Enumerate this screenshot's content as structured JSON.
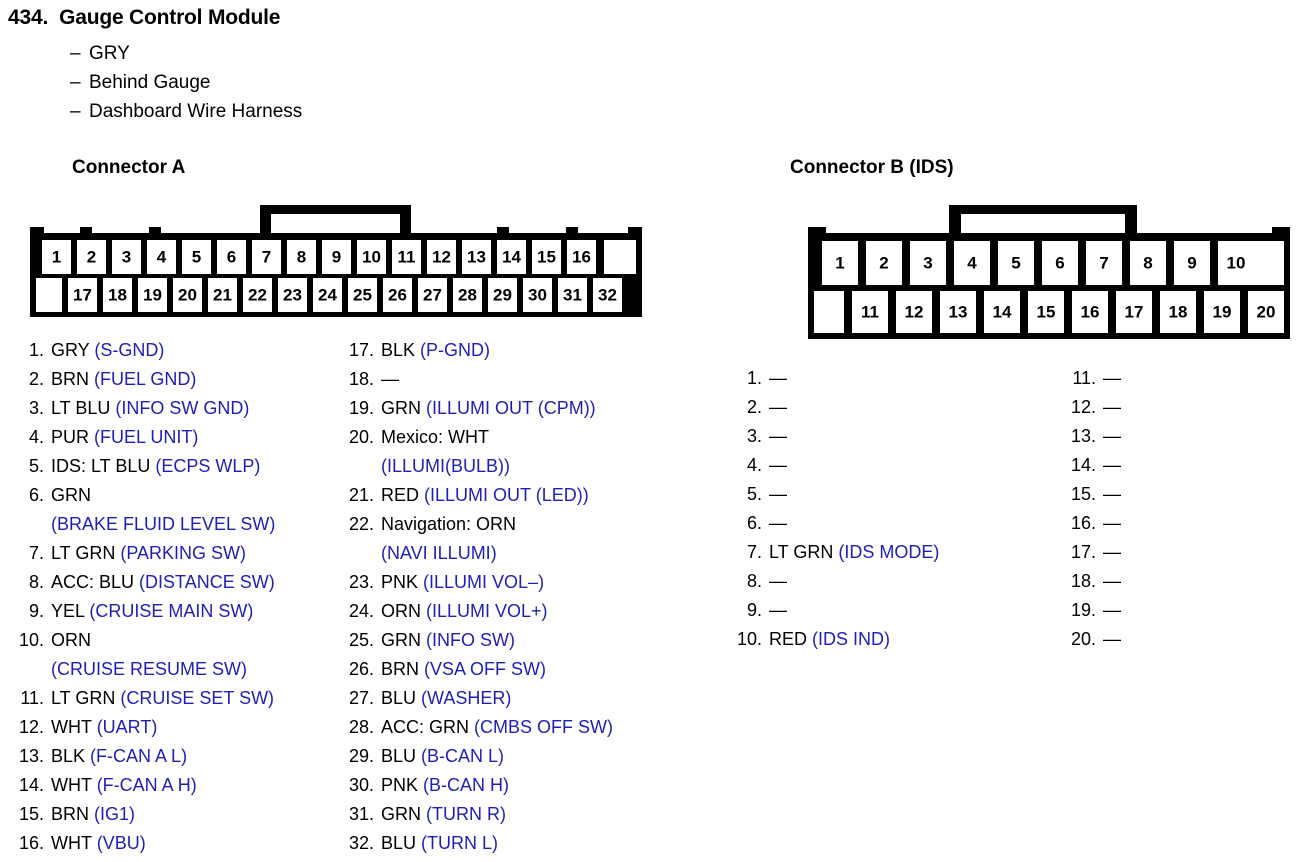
{
  "header": {
    "number": "434.",
    "title": "Gauge Control Module",
    "bullets": [
      "GRY",
      "Behind Gauge",
      "Dashboard Wire Harness"
    ],
    "bullet_marker": "–"
  },
  "colors": {
    "signal_blue": "#1f1fb4",
    "wire_black": "#000000",
    "shell_black": "#000000",
    "cavity_white": "#ffffff",
    "page_background": "#ffffff"
  },
  "connector_a": {
    "heading": "Connector A",
    "top_row_pins": [
      "1",
      "2",
      "3",
      "4",
      "5",
      "6",
      "7",
      "8",
      "9",
      "10",
      "11",
      "12",
      "13",
      "14",
      "15",
      "16"
    ],
    "bottom_row_pins": [
      "17",
      "18",
      "19",
      "20",
      "21",
      "22",
      "23",
      "24",
      "25",
      "26",
      "27",
      "28",
      "29",
      "30",
      "31",
      "32"
    ],
    "latch_spans_pins": [
      "7",
      "10"
    ],
    "pins": [
      {
        "num": "1.",
        "wire": "GRY",
        "signal": "(S-GND)",
        "wrap": false
      },
      {
        "num": "2.",
        "wire": "BRN",
        "signal": "(FUEL GND)",
        "wrap": false
      },
      {
        "num": "3.",
        "wire": "LT BLU",
        "signal": "(INFO SW GND)",
        "wrap": false
      },
      {
        "num": "4.",
        "wire": "PUR",
        "signal": "(FUEL UNIT)",
        "wrap": false
      },
      {
        "num": "5.",
        "wire": "IDS: LT BLU",
        "signal": "(ECPS WLP)",
        "wrap": false
      },
      {
        "num": "6.",
        "wire": "GRN",
        "signal": "(BRAKE FLUID LEVEL SW)",
        "wrap": true
      },
      {
        "num": "7.",
        "wire": "LT GRN",
        "signal": "(PARKING SW)",
        "wrap": false
      },
      {
        "num": "8.",
        "wire": "ACC: BLU",
        "signal": "(DISTANCE SW)",
        "wrap": false
      },
      {
        "num": "9.",
        "wire": "YEL",
        "signal": "(CRUISE MAIN SW)",
        "wrap": false
      },
      {
        "num": "10.",
        "wire": "ORN",
        "signal": "(CRUISE RESUME SW)",
        "wrap": true
      },
      {
        "num": "11.",
        "wire": "LT GRN",
        "signal": "(CRUISE SET SW)",
        "wrap": false
      },
      {
        "num": "12.",
        "wire": "WHT",
        "signal": "(UART)",
        "wrap": false
      },
      {
        "num": "13.",
        "wire": "BLK",
        "signal": "(F-CAN A L)",
        "wrap": false
      },
      {
        "num": "14.",
        "wire": "WHT",
        "signal": "(F-CAN A H)",
        "wrap": false
      },
      {
        "num": "15.",
        "wire": "BRN",
        "signal": "(IG1)",
        "wrap": false
      },
      {
        "num": "16.",
        "wire": "WHT",
        "signal": "(VBU)",
        "wrap": false
      },
      {
        "num": "17.",
        "wire": "BLK",
        "signal": "(P-GND)",
        "wrap": false
      },
      {
        "num": "18.",
        "wire": "—",
        "signal": "",
        "wrap": false
      },
      {
        "num": "19.",
        "wire": "GRN",
        "signal": "(ILLUMI OUT (CPM))",
        "wrap": false
      },
      {
        "num": "20.",
        "wire": "Mexico: WHT",
        "signal": "(ILLUMI(BULB))",
        "wrap": true
      },
      {
        "num": "21.",
        "wire": "RED",
        "signal": "(ILLUMI OUT (LED))",
        "wrap": false
      },
      {
        "num": "22.",
        "wire": "Navigation: ORN",
        "signal": "(NAVI ILLUMI)",
        "wrap": true
      },
      {
        "num": "23.",
        "wire": "PNK",
        "signal": "(ILLUMI VOL–)",
        "wrap": false
      },
      {
        "num": "24.",
        "wire": "ORN",
        "signal": "(ILLUMI VOL+)",
        "wrap": false
      },
      {
        "num": "25.",
        "wire": "GRN",
        "signal": "(INFO SW)",
        "wrap": false
      },
      {
        "num": "26.",
        "wire": "BRN",
        "signal": "(VSA OFF SW)",
        "wrap": false
      },
      {
        "num": "27.",
        "wire": "BLU",
        "signal": "(WASHER)",
        "wrap": false
      },
      {
        "num": "28.",
        "wire": "ACC: GRN",
        "signal": "(CMBS OFF SW)",
        "wrap": false
      },
      {
        "num": "29.",
        "wire": "BLU",
        "signal": "(B-CAN L)",
        "wrap": false
      },
      {
        "num": "30.",
        "wire": "PNK",
        "signal": "(B-CAN H)",
        "wrap": false
      },
      {
        "num": "31.",
        "wire": "GRN",
        "signal": "(TURN R)",
        "wrap": false
      },
      {
        "num": "32.",
        "wire": "BLU",
        "signal": "(TURN L)",
        "wrap": false
      }
    ]
  },
  "connector_b": {
    "heading": "Connector B (IDS)",
    "top_row_pins": [
      "1",
      "2",
      "3",
      "4",
      "5",
      "6",
      "7",
      "8",
      "9",
      "10"
    ],
    "bottom_row_pins": [
      "11",
      "12",
      "13",
      "14",
      "15",
      "16",
      "17",
      "18",
      "19",
      "20"
    ],
    "latch_spans_pins": [
      "4",
      "7"
    ],
    "pins": [
      {
        "num": "1.",
        "wire": "—",
        "signal": "",
        "wrap": false
      },
      {
        "num": "2.",
        "wire": "—",
        "signal": "",
        "wrap": false
      },
      {
        "num": "3.",
        "wire": "—",
        "signal": "",
        "wrap": false
      },
      {
        "num": "4.",
        "wire": "—",
        "signal": "",
        "wrap": false
      },
      {
        "num": "5.",
        "wire": "—",
        "signal": "",
        "wrap": false
      },
      {
        "num": "6.",
        "wire": "—",
        "signal": "",
        "wrap": false
      },
      {
        "num": "7.",
        "wire": "LT GRN",
        "signal": "(IDS MODE)",
        "wrap": false
      },
      {
        "num": "8.",
        "wire": "—",
        "signal": "",
        "wrap": false
      },
      {
        "num": "9.",
        "wire": "—",
        "signal": "",
        "wrap": false
      },
      {
        "num": "10.",
        "wire": "RED",
        "signal": "(IDS IND)",
        "wrap": false
      },
      {
        "num": "11.",
        "wire": "—",
        "signal": "",
        "wrap": false
      },
      {
        "num": "12.",
        "wire": "—",
        "signal": "",
        "wrap": false
      },
      {
        "num": "13.",
        "wire": "—",
        "signal": "",
        "wrap": false
      },
      {
        "num": "14.",
        "wire": "—",
        "signal": "",
        "wrap": false
      },
      {
        "num": "15.",
        "wire": "—",
        "signal": "",
        "wrap": false
      },
      {
        "num": "16.",
        "wire": "—",
        "signal": "",
        "wrap": false
      },
      {
        "num": "17.",
        "wire": "—",
        "signal": "",
        "wrap": false
      },
      {
        "num": "18.",
        "wire": "—",
        "signal": "",
        "wrap": false
      },
      {
        "num": "19.",
        "wire": "—",
        "signal": "",
        "wrap": false
      },
      {
        "num": "20.",
        "wire": "—",
        "signal": "",
        "wrap": false
      }
    ]
  }
}
